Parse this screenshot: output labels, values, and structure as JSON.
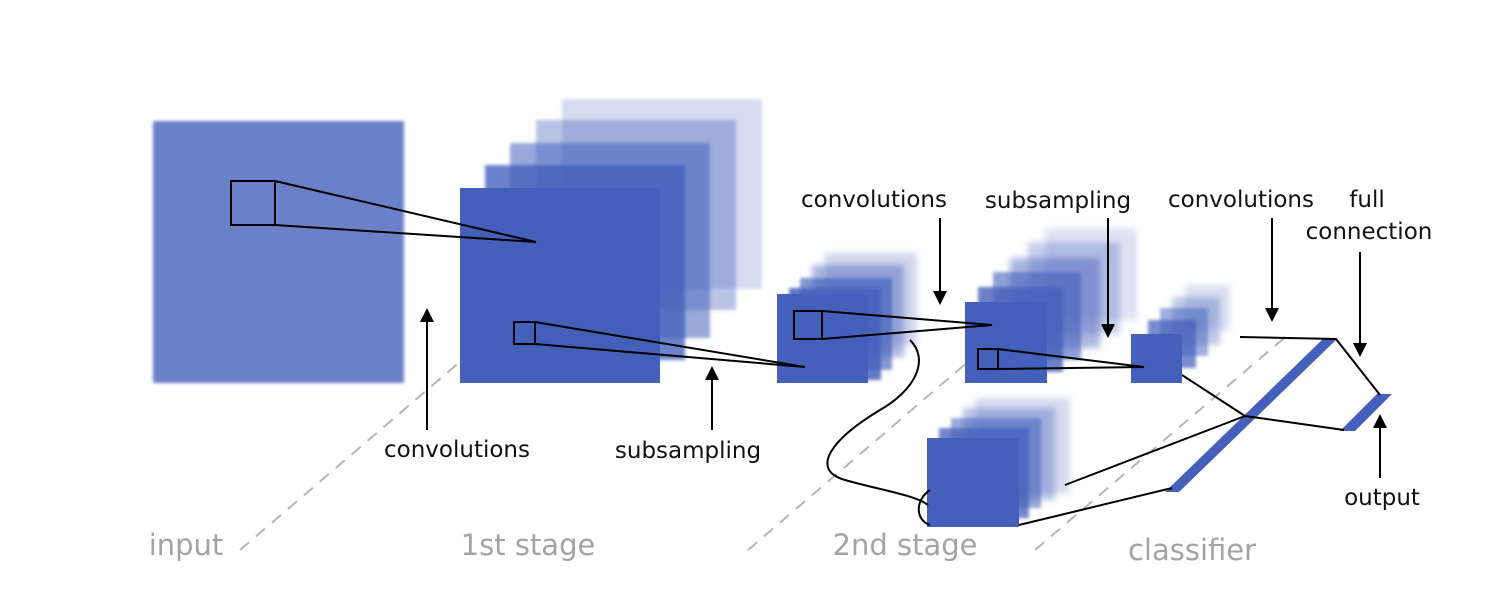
{
  "labels": {
    "conv_1": "convolutions",
    "sub_1": "subsampling",
    "conv_2": "convolutions",
    "sub_2": "subsampling",
    "conv_3": "convolutions",
    "full_line1": "full",
    "full_line2": "connection",
    "output": "output"
  },
  "stages": {
    "input": "input",
    "first": "1st stage",
    "second": "2nd stage",
    "classifier": "classifier"
  },
  "colors": {
    "feature_map": "#4460bb",
    "input_map": "#6a80c8",
    "stage_text": "#a3a3a3",
    "dashed_divider": "#b5b5b5"
  }
}
